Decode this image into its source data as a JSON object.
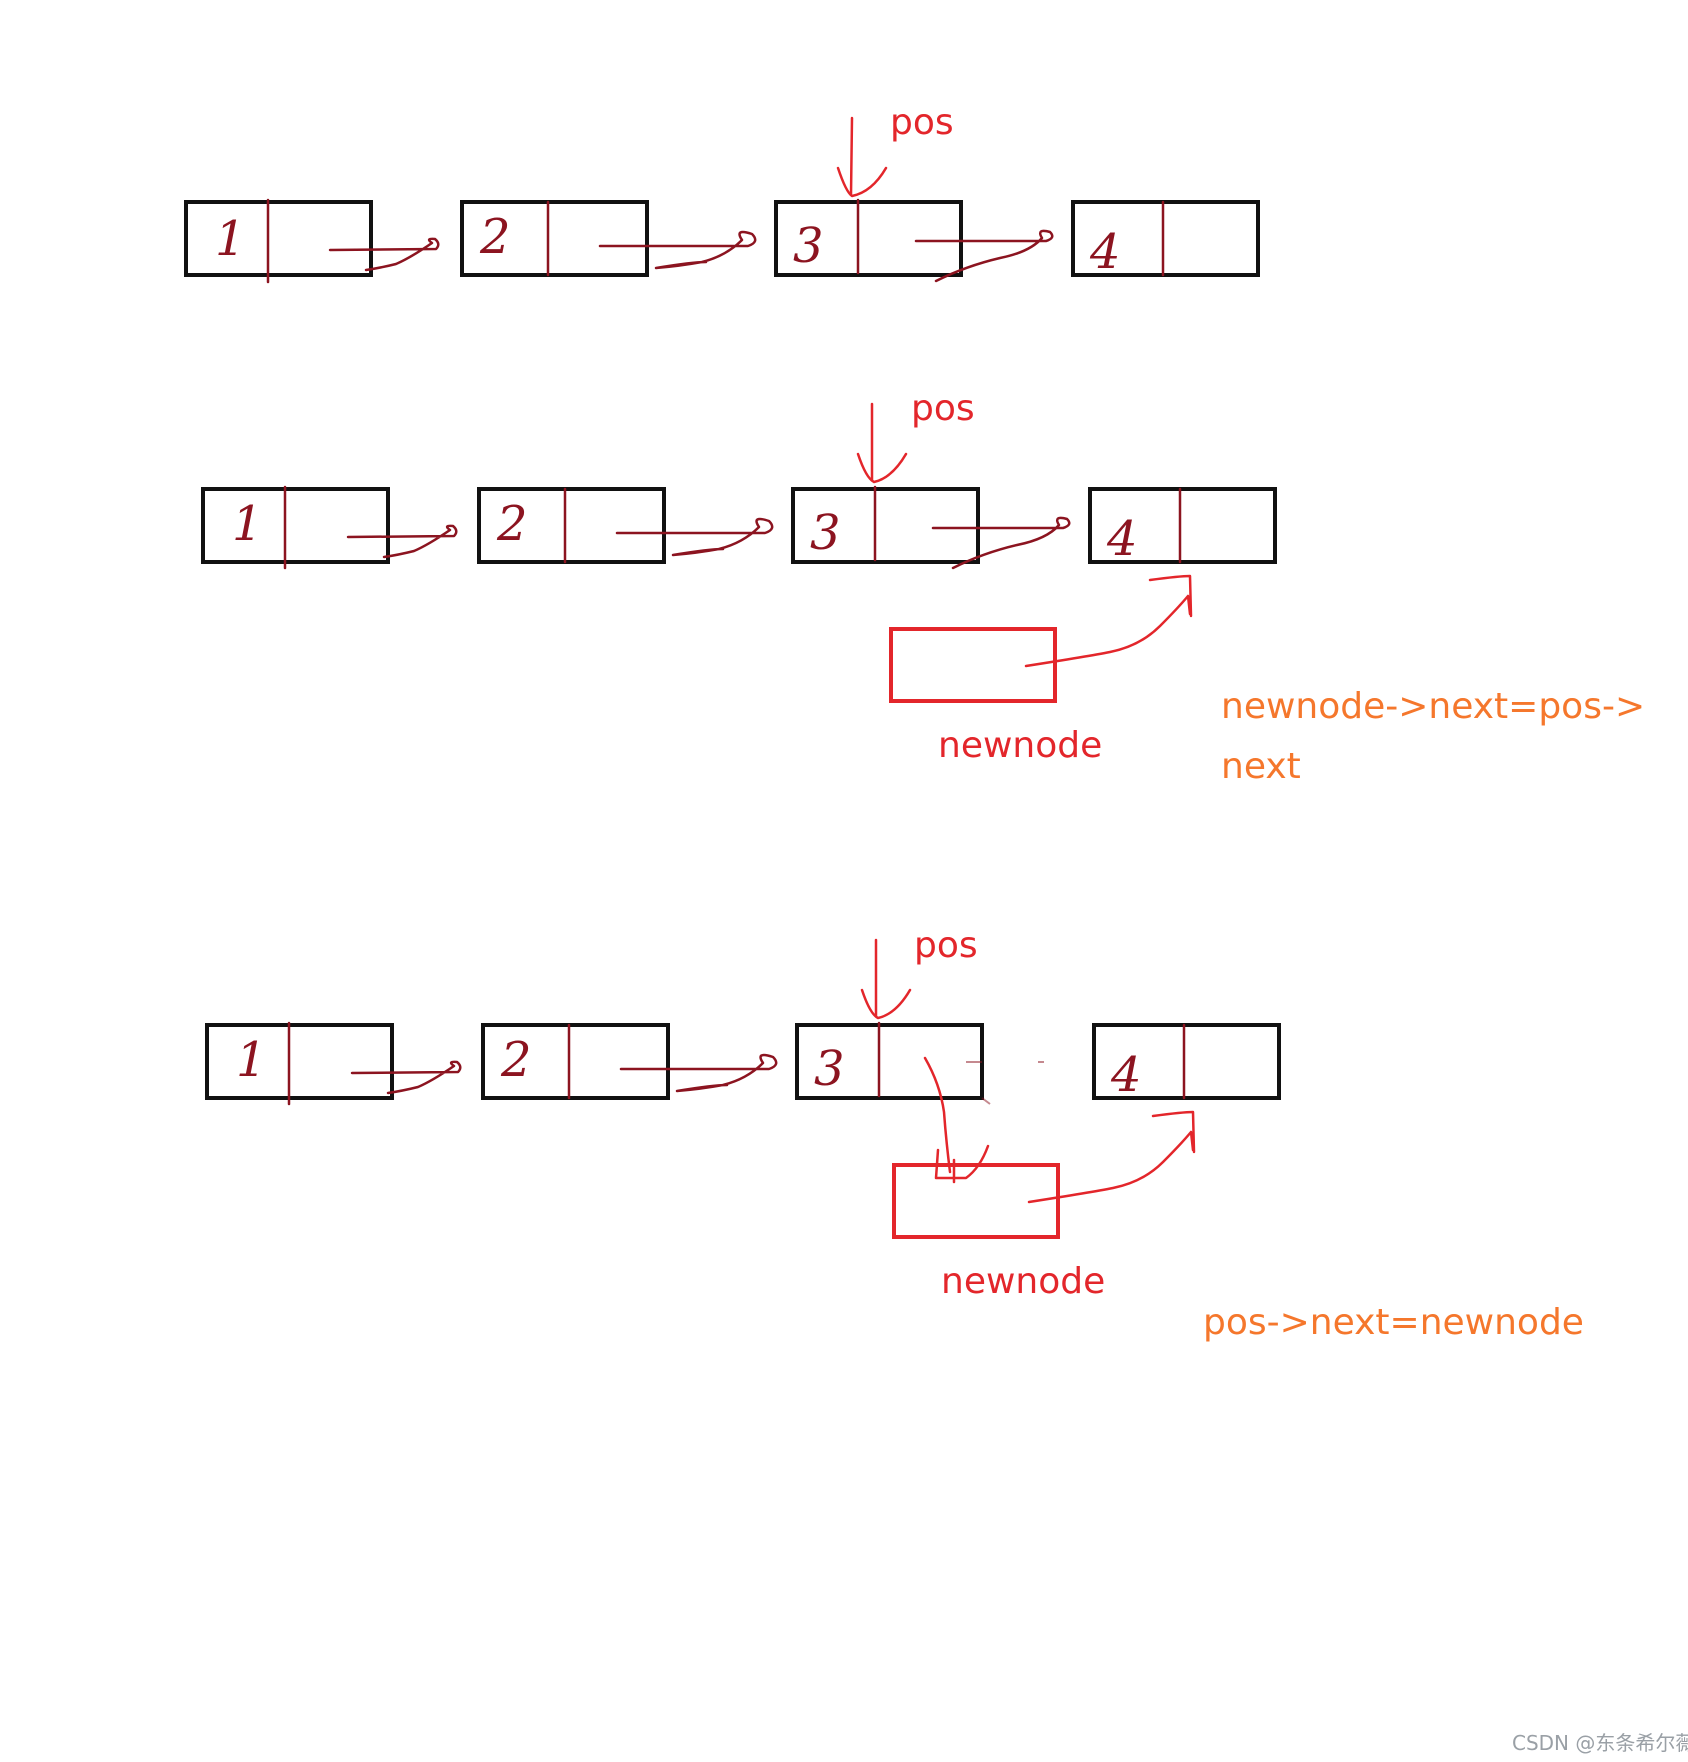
{
  "nodes": [
    "1",
    "2",
    "3",
    "4"
  ],
  "labels": {
    "pos": "pos",
    "newnode": "newnode"
  },
  "steps": [
    {
      "pointer_label": "pos",
      "has_newnode": false,
      "code": []
    },
    {
      "pointer_label": "pos",
      "has_newnode": true,
      "newnode_label": "newnode",
      "code": [
        "newnode->next=pos->",
        "next"
      ]
    },
    {
      "pointer_label": "pos",
      "has_newnode": true,
      "newnode_label": "newnode",
      "code": [
        "pos->next=newnode"
      ]
    }
  ],
  "watermark": "CSDN @东条希尔薇",
  "colors": {
    "box": "#111111",
    "link": "#8c1420",
    "highlight": "#e3262b",
    "code": "#f5772c"
  }
}
